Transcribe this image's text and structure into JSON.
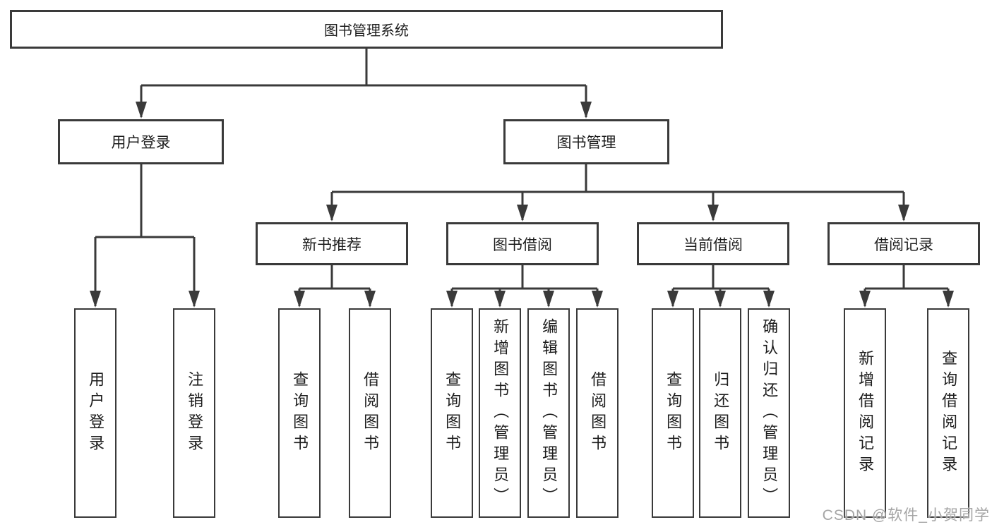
{
  "diagram_title": "图书管理系统",
  "tree": {
    "label": "图书管理系统",
    "children": [
      {
        "label": "用户登录",
        "children": [
          {
            "label": "用户登录"
          },
          {
            "label": "注销登录"
          }
        ]
      },
      {
        "label": "图书管理",
        "children": [
          {
            "label": "新书推荐",
            "children": [
              {
                "label": "查询图书"
              },
              {
                "label": "借阅图书"
              }
            ]
          },
          {
            "label": "图书借阅",
            "children": [
              {
                "label": "查询图书"
              },
              {
                "label": "新增图书（管理员）"
              },
              {
                "label": "编辑图书（管理员）"
              },
              {
                "label": "借阅图书"
              }
            ]
          },
          {
            "label": "当前借阅",
            "children": [
              {
                "label": "查询图书"
              },
              {
                "label": "归还图书"
              },
              {
                "label": "确认归还（管理员）"
              }
            ]
          },
          {
            "label": "借阅记录",
            "children": [
              {
                "label": "新增借阅记录"
              },
              {
                "label": "查询借阅记录"
              }
            ]
          }
        ]
      }
    ]
  },
  "watermark": "CSDN @软件_小贺同学",
  "colors": {
    "line": "#3a3a3a",
    "box_border": "#3a3a3a",
    "text": "#1d1d1d",
    "watermark": "#a5a5a5",
    "background": "#ffffff"
  }
}
